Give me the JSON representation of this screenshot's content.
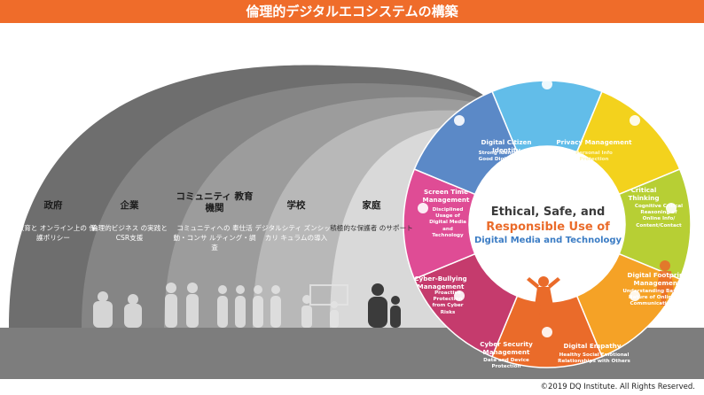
{
  "title": "倫理的デジタルエコシステムの構築",
  "layers": [
    {
      "title": "政府",
      "desc": "公教育と オンライン上の 保護ポリシー"
    },
    {
      "title": "企業",
      "desc": "倫理的ビジネス の実践とCSR支援"
    },
    {
      "title": "コミュニティ 教育機関",
      "desc": "コミュニティへの 奉仕活動・コンサ ルティング・調査"
    },
    {
      "title": "学校",
      "desc": "デジタルシティ ズンシップカリ キュラムの導入"
    },
    {
      "title": "家庭",
      "desc": "積極的な保護者 のサポート"
    }
  ],
  "center": {
    "line1": "Ethical, Safe, and",
    "line2": "Responsible Use of",
    "line3": "Digital Media and Technology"
  },
  "segments": [
    {
      "title": "Digital Citizen Identity",
      "desc": "Strong Identity as a Good Digital Citizen",
      "color": "#62bde9"
    },
    {
      "title": "Privacy Management",
      "desc": "Personal Info Protection",
      "color": "#f3d21d"
    },
    {
      "title": "Critical Thinking",
      "desc": "Cognitive Critical Reasoning of Online Info/ Content/Contact",
      "color": "#b7cf34"
    },
    {
      "title": "Digital Footprint Management",
      "desc": "Understanding Basic Nature of Online Communication",
      "color": "#f5a226"
    },
    {
      "title": "Digital Empathy",
      "desc": "Healthy Social Emotional Relationships with Others",
      "color": "#ea6b2a"
    },
    {
      "title": "Cyber Security Management",
      "desc": "Data and Device Protection",
      "color": "#c53b6d"
    },
    {
      "title": "Cyber-Bullying Management",
      "desc": "Proactive Protection from Cyber Risks",
      "color": "#df4c95"
    },
    {
      "title": "Screen Time Management",
      "desc": "Disciplined Usage of Digital Media and Technology",
      "color": "#5b89c7"
    }
  ],
  "colors": {
    "banner": "#ef6c2a",
    "center_text": "#3a3a3a",
    "center_accent": "#ea6b2a",
    "center_blue": "#3b7cc4"
  },
  "copyright": "©2019 DQ Institute. All Rights Reserved."
}
